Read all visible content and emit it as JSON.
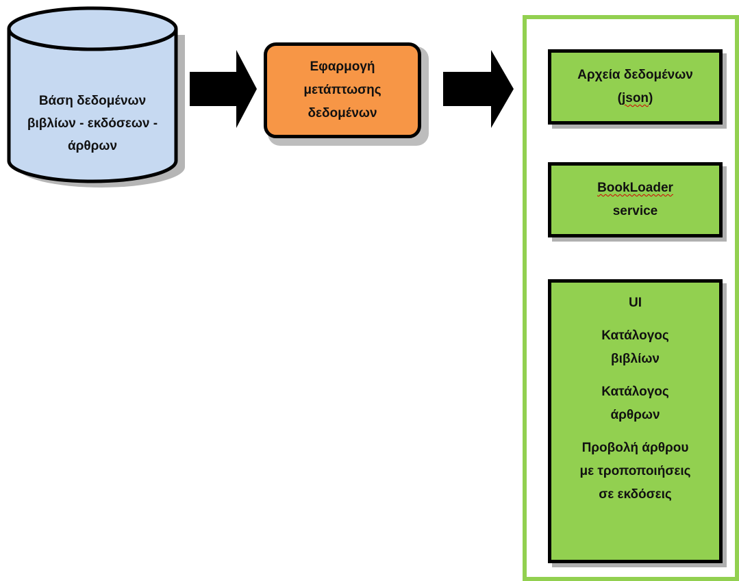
{
  "database": {
    "lines": [
      "Βάση δεδομένων",
      "βιβλίων - εκδόσεων -",
      "άρθρων"
    ],
    "fill": "#c6d9f1"
  },
  "process": {
    "lines": [
      "Εφαρμογή",
      "μετάπτωσης",
      "δεδομένων"
    ],
    "fill": "#f79646"
  },
  "container": {
    "border_color": "#92d050",
    "boxes": [
      {
        "lines": [
          "Αρχεία δεδομένων",
          "(json)"
        ]
      },
      {
        "lines": [
          "BookLoader",
          "service"
        ]
      },
      {
        "title": "UI",
        "items": [
          {
            "lines": [
              "Κατάλογος",
              "βιβλίων"
            ]
          },
          {
            "lines": [
              "Κατάλογος",
              "άρθρων"
            ]
          },
          {
            "lines": [
              "Προβολή άρθρου",
              "με τροποποιήσεις",
              "σε εκδόσεις"
            ]
          }
        ]
      }
    ],
    "box_fill": "#92d050"
  },
  "arrows": {
    "color": "#000000"
  }
}
